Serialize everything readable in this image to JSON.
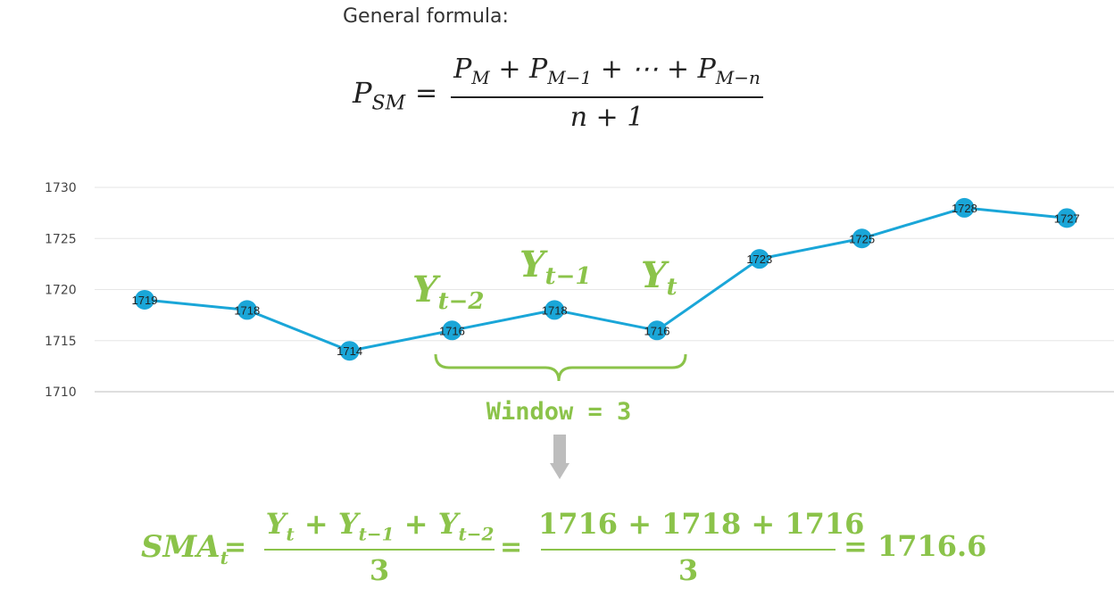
{
  "heading": "General formula:",
  "formula": {
    "lhs": "P",
    "lhs_sub": "SM",
    "eq": "=",
    "num_p1": "P",
    "num_s1": "M",
    "num_mid1": " + P",
    "num_s2": "M−1",
    "num_mid2": " + ⋯ +  P",
    "num_s3": "M−n",
    "den": "n + 1"
  },
  "chart_data": {
    "type": "line",
    "x": [
      1,
      2,
      3,
      4,
      5,
      6,
      7,
      8,
      9,
      10
    ],
    "values": [
      1719,
      1718,
      1714,
      1716,
      1718,
      1716,
      1723,
      1725,
      1728,
      1727
    ],
    "data_labels": [
      "1719",
      "1718",
      "1714",
      "1716",
      "1718",
      "1716",
      "1723",
      "1725",
      "1728",
      "1727"
    ],
    "ylim": [
      1710,
      1730
    ],
    "yticks": [
      1710,
      1715,
      1720,
      1725,
      1730
    ],
    "ytick_labels": [
      "1730",
      "1725",
      "1720",
      "1715",
      "1710"
    ],
    "grid": true,
    "line_color": "#1aa6d8",
    "marker_color": "#1aa6d8",
    "annotations": {
      "yt2": {
        "main": "Y",
        "sub": "t−2"
      },
      "yt1": {
        "main": "Y",
        "sub": "t−1"
      },
      "yt": {
        "main": "Y",
        "sub": "t"
      },
      "window": "Window = 3"
    },
    "accent_color": "#8bc34a"
  },
  "sma": {
    "lhs": "SMA",
    "lhs_sub": "t",
    "eq1": "=",
    "num1": "Y",
    "num1_s": "t",
    "num1_mid": " +  Y",
    "num1_s2": "t−1",
    "num1_mid2": " + Y",
    "num1_s3": "t−2",
    "den1": "3",
    "eq2": "=",
    "num2": "1716 + 1718 + 1716",
    "den2": "3",
    "result": "= 1716.6"
  },
  "arrow_icon": "down-arrow-icon"
}
